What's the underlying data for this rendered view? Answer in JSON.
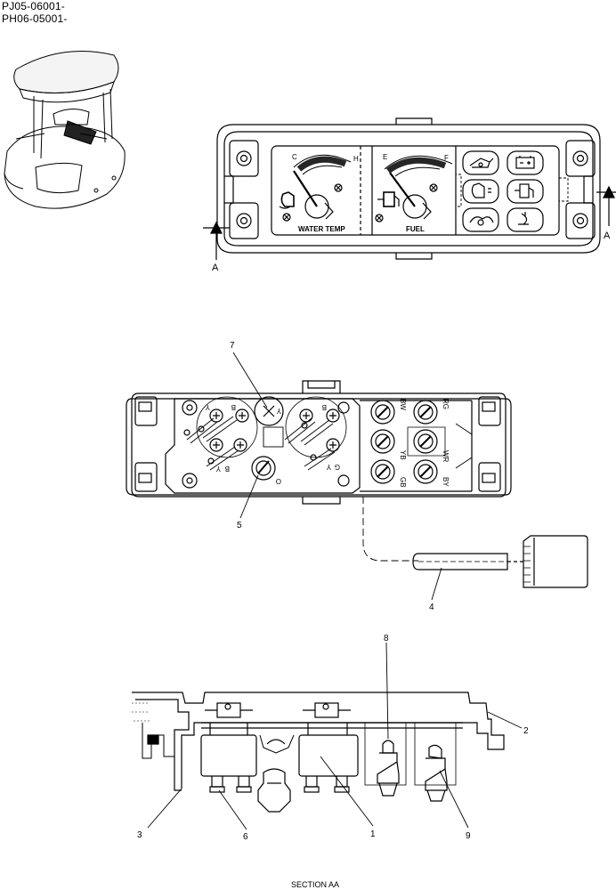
{
  "serials": [
    "PJ05-06001-",
    "PH06-05001-"
  ],
  "gauges": {
    "water_temp": {
      "label": "WATER TEMP",
      "low": "C",
      "high": "H"
    },
    "fuel": {
      "label": "FUEL",
      "low": "E",
      "high": "F"
    }
  },
  "section_markers": {
    "left": "A",
    "right": "A"
  },
  "callouts": [
    "1",
    "2",
    "3",
    "4",
    "5",
    "6",
    "7",
    "8",
    "9"
  ],
  "wire_codes": [
    "Y",
    "B",
    "Y",
    "B",
    "Y",
    "B",
    "Y",
    "G",
    "O",
    "BW",
    "RG",
    "YB",
    "WR",
    "GB",
    "BY"
  ],
  "section_caption": "SECTION AA"
}
